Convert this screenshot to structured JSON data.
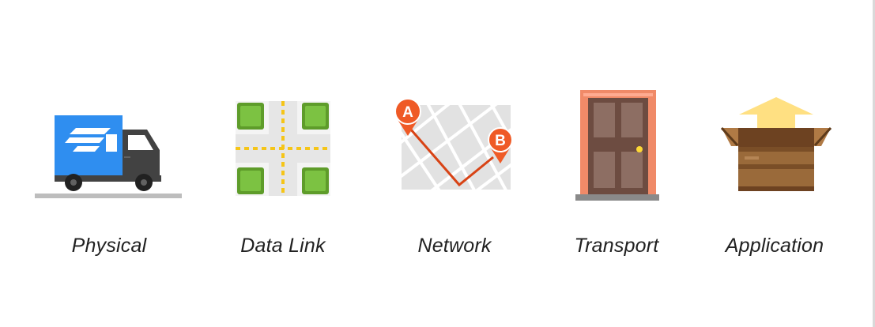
{
  "layers": [
    {
      "label": "Physical",
      "icon": "delivery-truck-icon"
    },
    {
      "label": "Data Link",
      "icon": "intersection-icon"
    },
    {
      "label": "Network",
      "icon": "route-map-icon"
    },
    {
      "label": "Transport",
      "icon": "door-icon"
    },
    {
      "label": "Application",
      "icon": "open-box-icon"
    }
  ],
  "map_markers": {
    "start": "A",
    "end": "B"
  },
  "colors": {
    "truck_blue": "#2f8ef0",
    "truck_dark": "#424242",
    "intersection_green": "#77b53a",
    "road_yellow": "#f5c518",
    "map_gray": "#e0e0e0",
    "marker_orange": "#ef5a26",
    "route_red": "#d84315",
    "door_brown": "#6d4c41",
    "door_frame": "#f08a68",
    "box_brown": "#8d5a30",
    "arrow_yellow": "#ffe082",
    "caption": "#212121"
  }
}
